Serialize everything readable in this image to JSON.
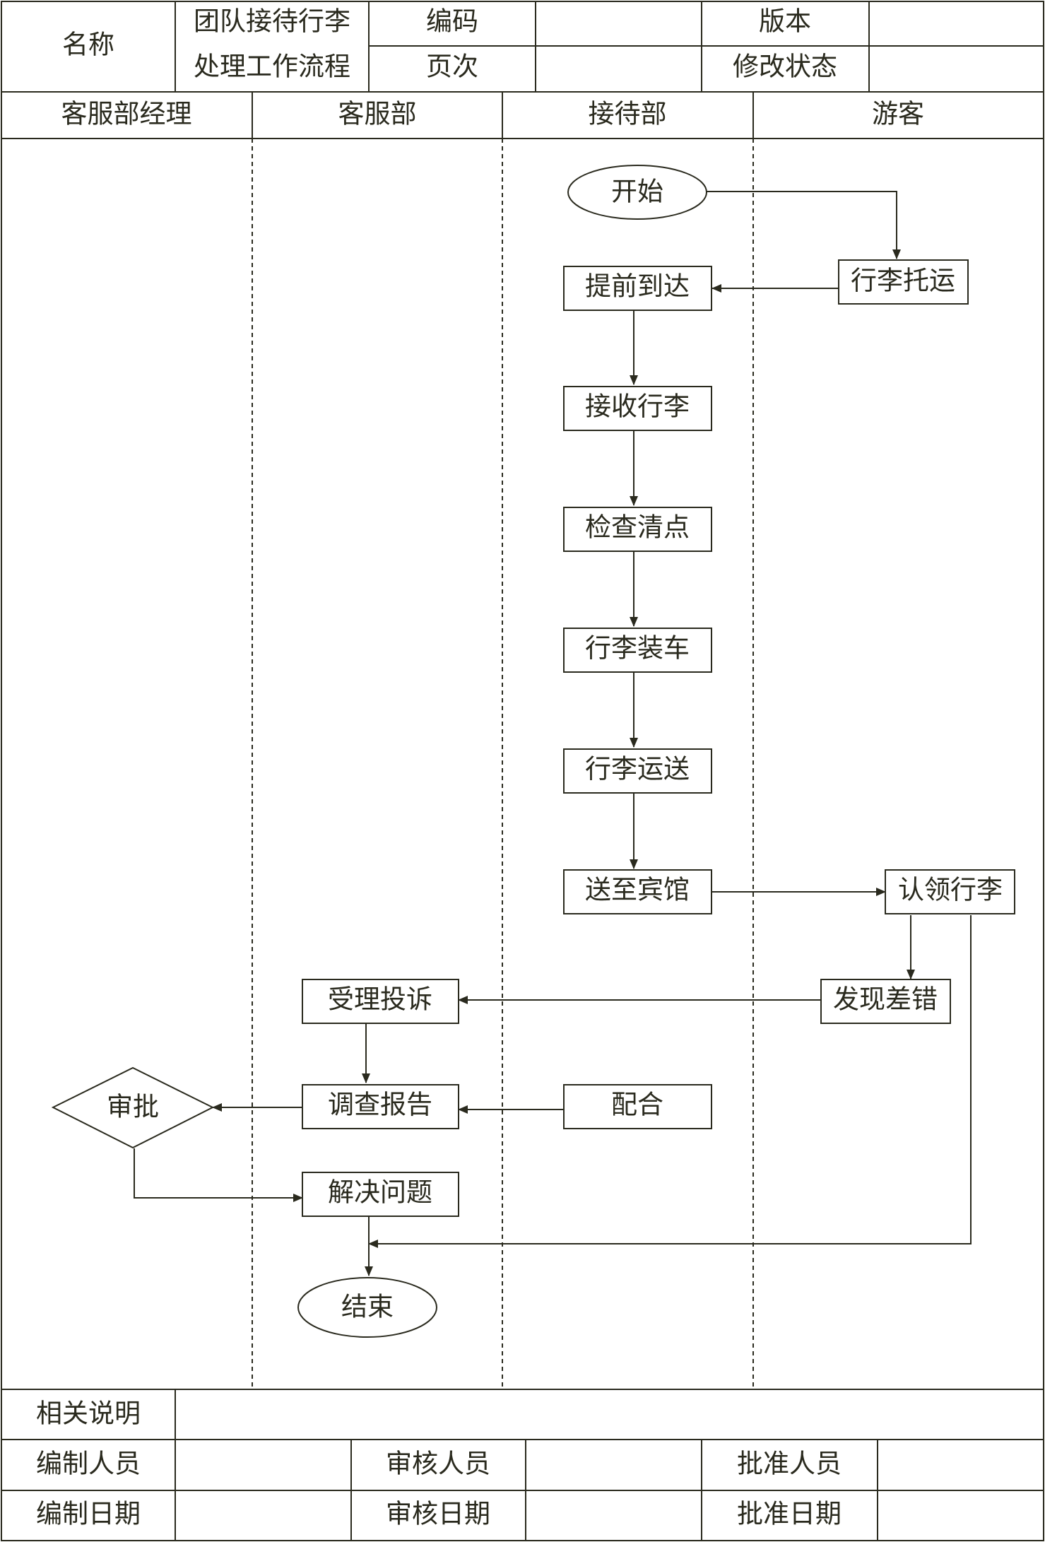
{
  "header": {
    "name_label": "名称",
    "title_line1": "团队接待行李",
    "title_line2": "处理工作流程",
    "code_label": "编码",
    "code_value": "",
    "version_label": "版本",
    "version_value": "",
    "page_label": "页次",
    "page_value": "",
    "revision_label": "修改状态",
    "revision_value": ""
  },
  "lanes": [
    "客服部经理",
    "客服部",
    "接待部",
    "游客"
  ],
  "nodes": {
    "start": "开始",
    "luggage_checkin": "行李托运",
    "arrive_early": "提前到达",
    "receive_luggage": "接收行李",
    "check_count": "检查清点",
    "load_luggage": "行李装车",
    "transport_luggage": "行李运送",
    "deliver_hotel": "送至宾馆",
    "claim_luggage": "认领行李",
    "find_error": "发现差错",
    "accept_complaint": "受理投诉",
    "investigate_report": "调查报告",
    "cooperate": "配合",
    "approve": "审批",
    "resolve_issue": "解决问题",
    "end": "结束"
  },
  "footer": {
    "notes_label": "相关说明",
    "notes_value": "",
    "prepared_by_label": "编制人员",
    "reviewed_by_label": "审核人员",
    "approved_by_label": "批准人员",
    "prepared_date_label": "编制日期",
    "reviewed_date_label": "审核日期",
    "approved_date_label": "批准日期"
  }
}
